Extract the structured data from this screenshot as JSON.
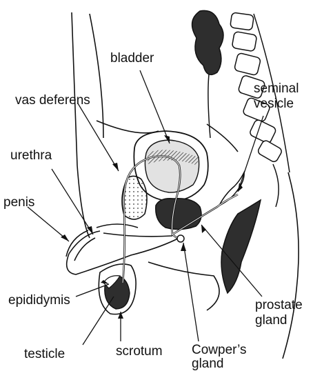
{
  "labels": {
    "bladder": "bladder",
    "seminal_vesicle_line1": "seminal",
    "seminal_vesicle_line2": "vesicle",
    "vas_deferens": "vas deferens",
    "urethra": "urethra",
    "penis": "penis",
    "epididymis": "epididymis",
    "testicle": "testicle",
    "scrotum": "scrotum",
    "cowpers_gland_line1": "Cowper’s",
    "cowpers_gland_line2": "gland",
    "prostate_gland_line1": "prostate",
    "prostate_gland_line2": "gland"
  },
  "colors": {
    "ink": "#111111",
    "dark_fill": "#2e2e2e",
    "bladder_fill": "#e2e2e2",
    "background": "#ffffff"
  }
}
